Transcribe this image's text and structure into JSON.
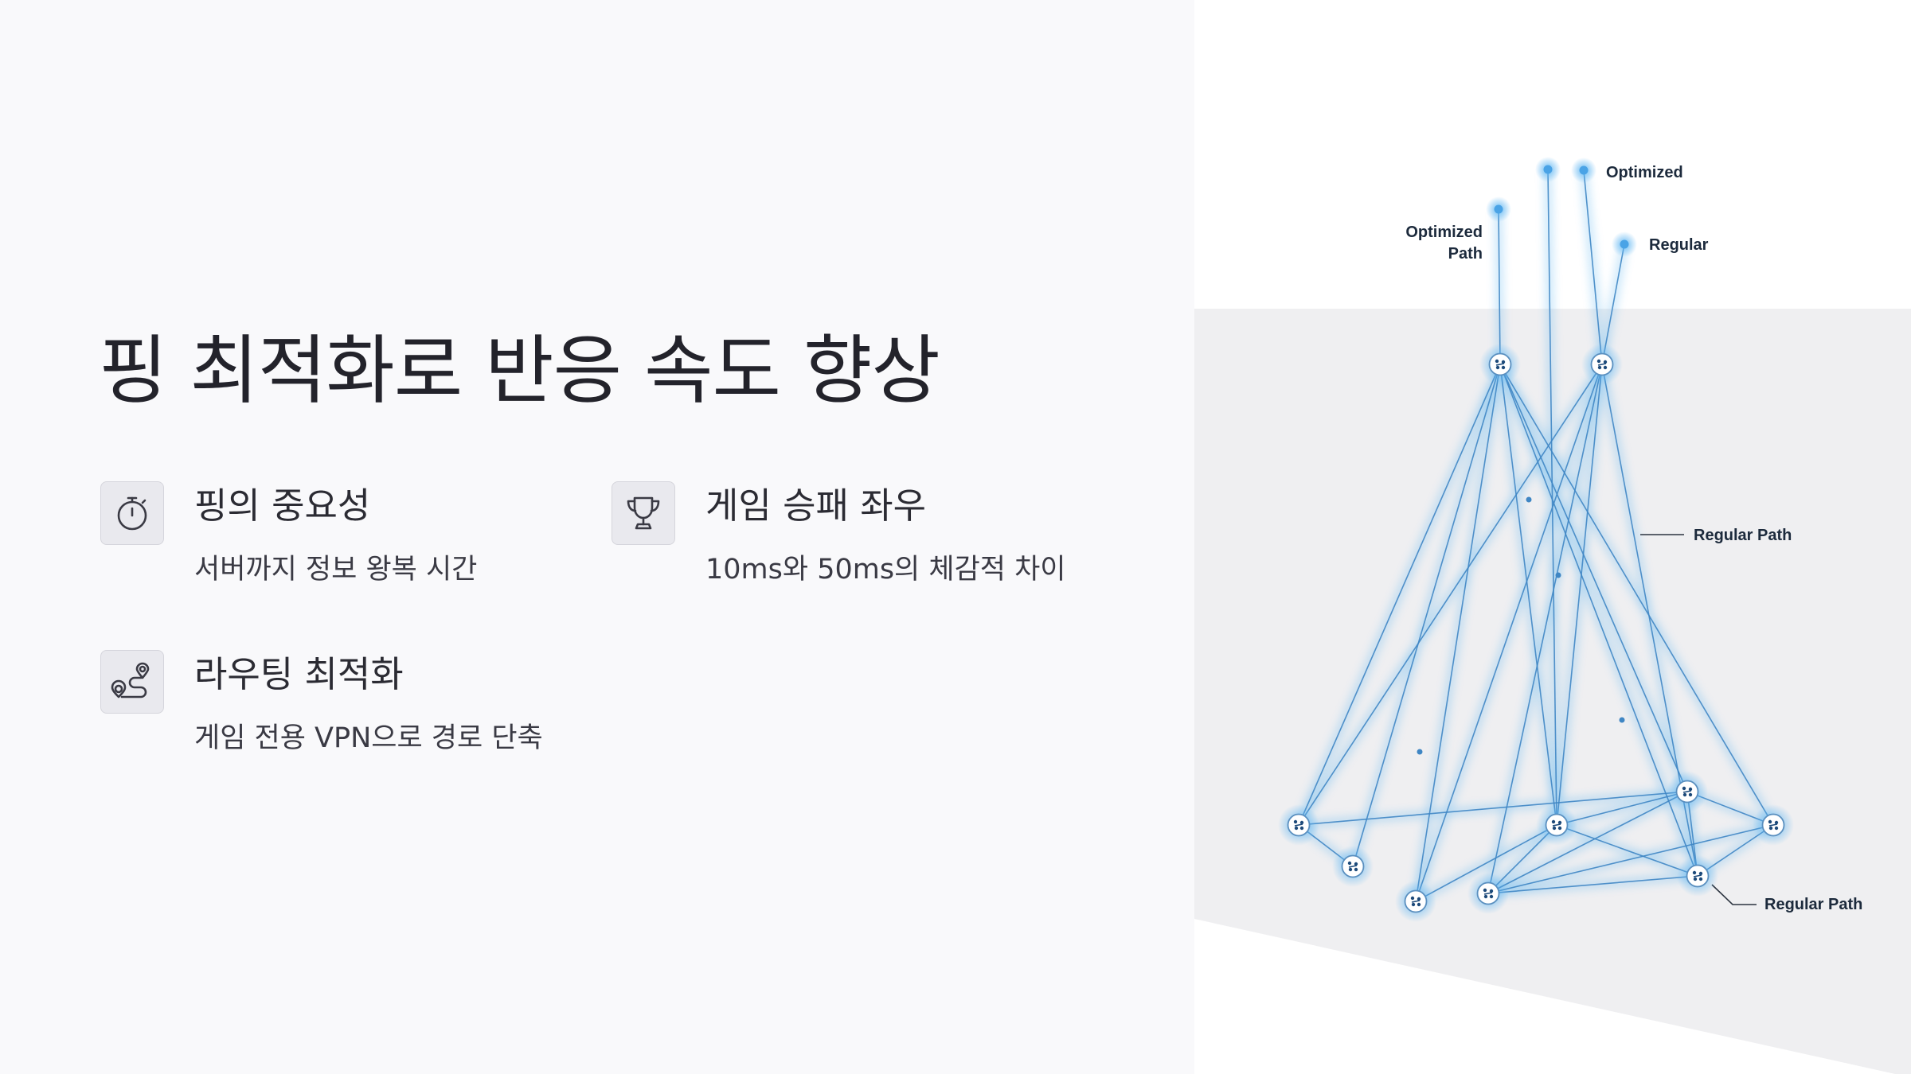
{
  "slide": {
    "title": "핑 최적화로 반응 속도 향상"
  },
  "features": [
    {
      "icon": "stopwatch-icon",
      "title": "핑의 중요성",
      "desc": "서버까지 정보 왕복 시간"
    },
    {
      "icon": "trophy-icon",
      "title": "게임 승패 좌우",
      "desc": "10ms와 50ms의 체감적 차이"
    },
    {
      "icon": "route-icon",
      "title": "라우팅 최적화",
      "desc": "게임 전용 VPN으로 경로 단축"
    }
  ],
  "diagram": {
    "labels": {
      "optimized_top": "Optimized",
      "optimized_path_line1": "Optimized",
      "optimized_path_line2": "Path",
      "regular_top": "Regular",
      "regular_path_mid": "Regular Path",
      "regular_path_bottom": "Regular Path"
    },
    "colors": {
      "line": "#3f86c4",
      "glow": "#59b3f0",
      "node_icon": "#1d4a7a",
      "floor": "#efeff1"
    }
  }
}
